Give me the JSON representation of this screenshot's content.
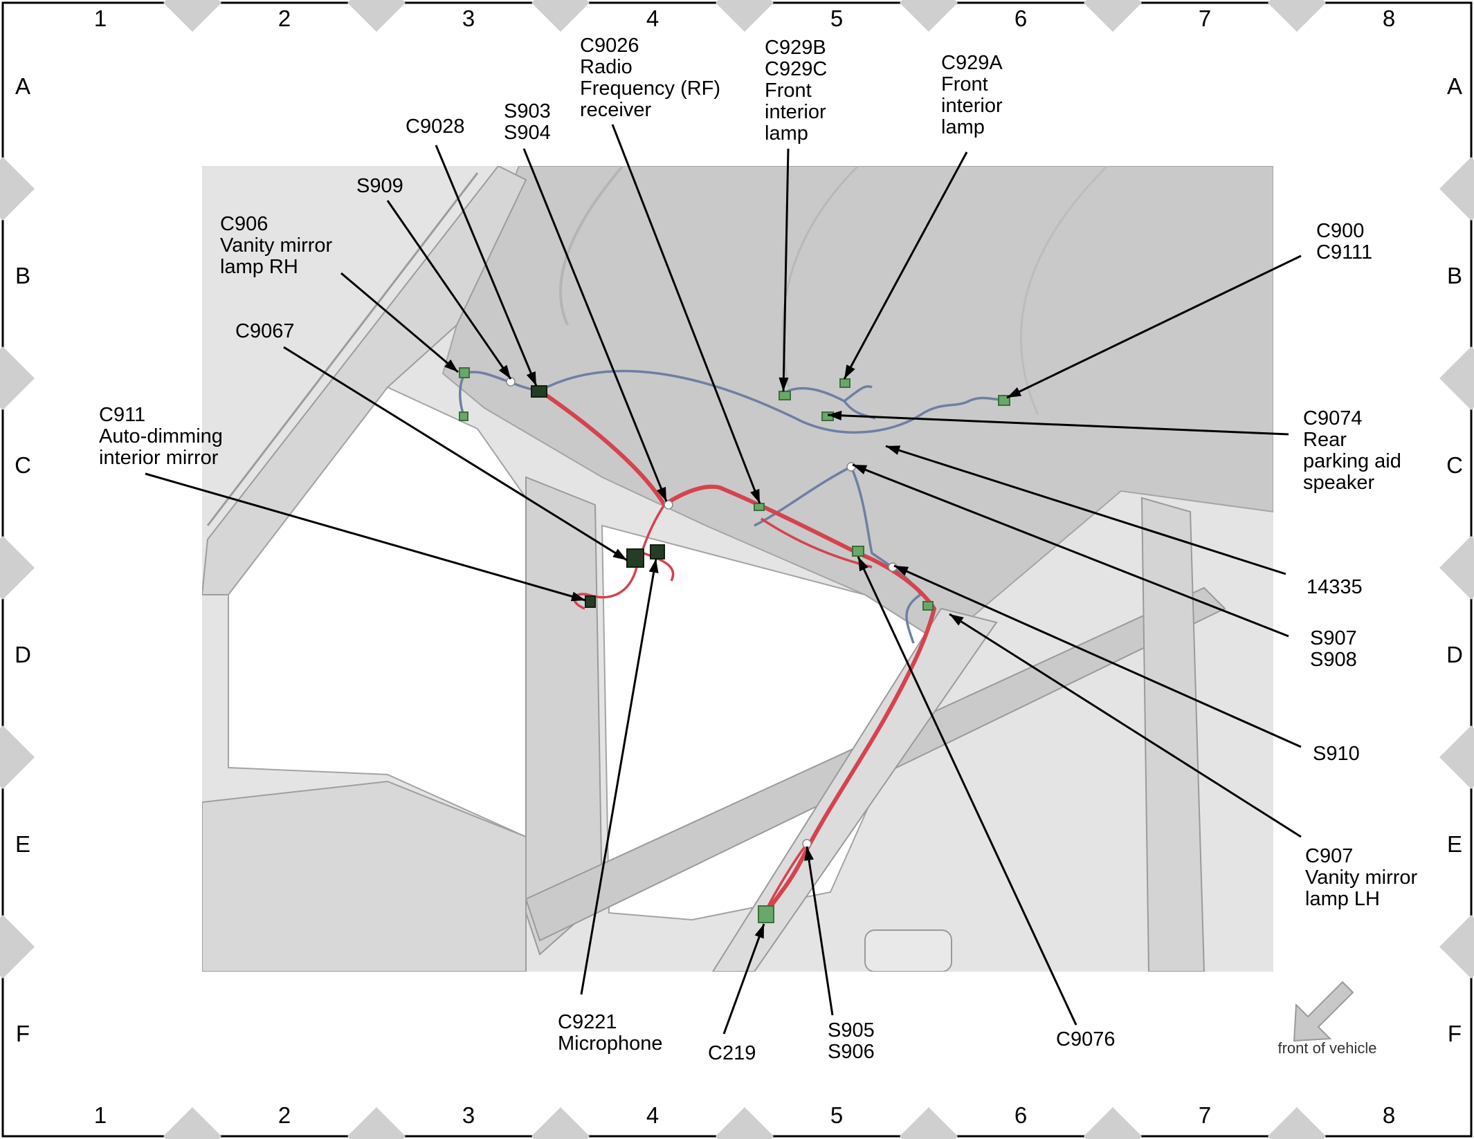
{
  "grid": {
    "columns": [
      "1",
      "2",
      "3",
      "4",
      "5",
      "6",
      "7",
      "8"
    ],
    "rows": [
      "A",
      "B",
      "C",
      "D",
      "E",
      "F"
    ]
  },
  "callouts": {
    "c906": [
      "C906",
      "Vanity mirror",
      "lamp RH"
    ],
    "s909": [
      "S909"
    ],
    "c9028": [
      "C9028"
    ],
    "s903": [
      "S903",
      "S904"
    ],
    "c9026": [
      "C9026",
      "Radio",
      "Frequency (RF)",
      "receiver"
    ],
    "c929b": [
      "C929B",
      "C929C",
      "Front",
      "interior",
      "lamp"
    ],
    "c929a": [
      "C929A",
      "Front",
      "interior",
      "lamp"
    ],
    "c900": [
      "C900",
      "C9111"
    ],
    "c9067": [
      "C9067"
    ],
    "c911": [
      "C911",
      "Auto-dimming",
      "interior mirror"
    ],
    "c9074": [
      "C9074",
      "Rear",
      "parking aid",
      "speaker"
    ],
    "n14335": [
      "14335"
    ],
    "s907": [
      "S907",
      "S908"
    ],
    "s910": [
      "S910"
    ],
    "c907": [
      "C907",
      "Vanity mirror",
      "lamp LH"
    ],
    "c9221": [
      "C9221",
      "Microphone"
    ],
    "c219": [
      "C219"
    ],
    "s905": [
      "S905",
      "S906"
    ],
    "c9076": [
      "C9076"
    ]
  },
  "front_of_vehicle": "front of vehicle"
}
